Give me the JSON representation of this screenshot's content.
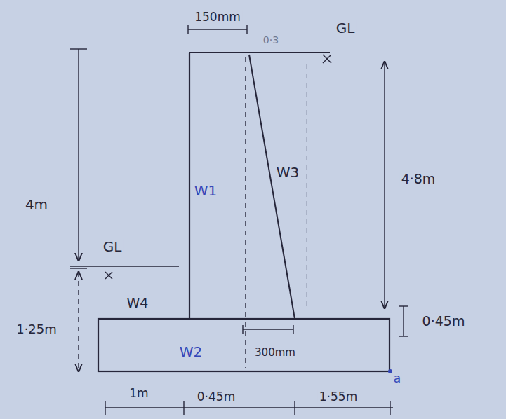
{
  "diagram": {
    "labels": [
      "150mm",
      "0·3",
      "GL",
      "4m",
      "4·8m",
      "W1",
      "W3",
      "GL",
      "1·25m",
      "W4",
      "W2",
      "300mm",
      "0·45m",
      "1m",
      "0·45m",
      "1·55m",
      "a"
    ]
  }
}
